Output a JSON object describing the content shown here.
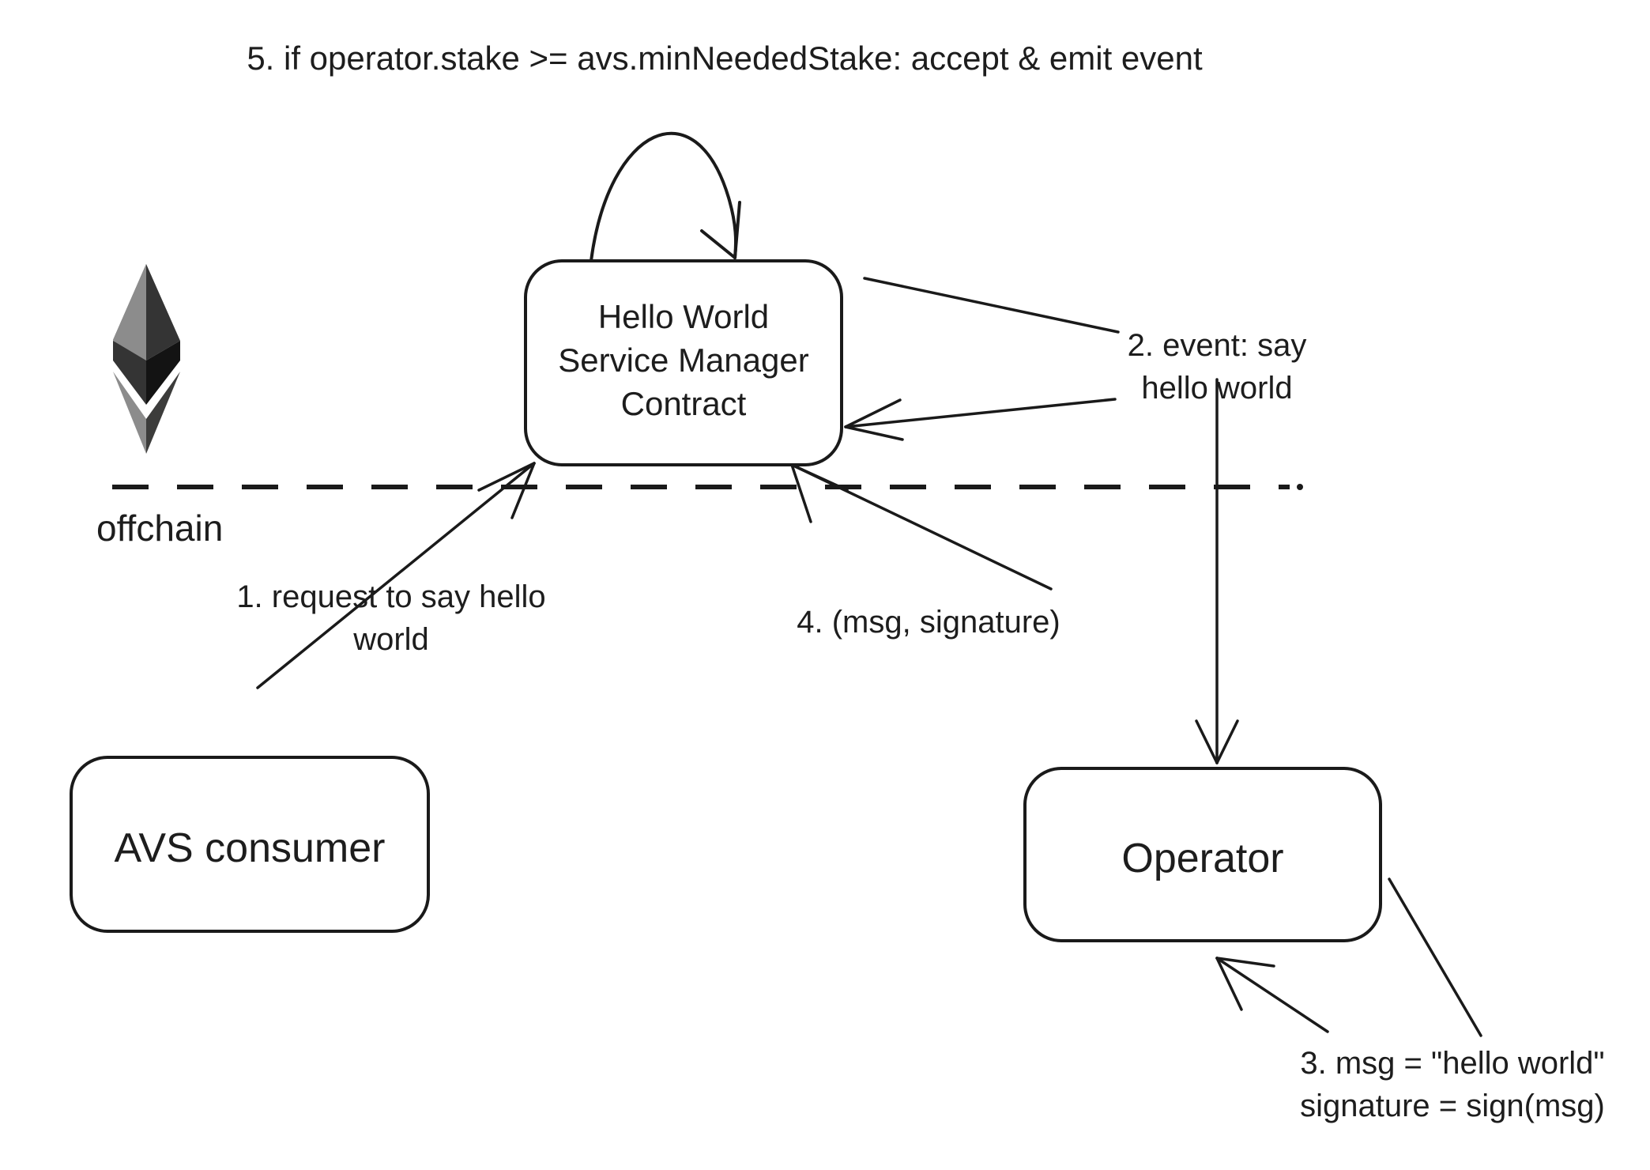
{
  "diagram": {
    "title_note": "5. if operator.stake >= avs.minNeededStake: accept & emit event",
    "boundary_label": "offchain",
    "nodes": {
      "service_manager": {
        "line1": "Hello World",
        "line2": "Service Manager",
        "line3": "Contract"
      },
      "avs_consumer": {
        "label": "AVS consumer"
      },
      "operator": {
        "label": "Operator"
      }
    },
    "edge_labels": {
      "step1_line1": "1. request to say hello",
      "step1_line2": "world",
      "step2_line1": "2. event: say",
      "step2_line2": "hello world",
      "step3_line1": "3. msg = \"hello world\"",
      "step3_line2": "signature = sign(msg)",
      "step4": "4. (msg, signature)"
    },
    "logo": {
      "name": "ethereum-logo",
      "colors": {
        "upper_left": "#8c8c8c",
        "upper_right": "#343434",
        "mid_left": "#343434",
        "mid_right": "#131313",
        "lower_left": "#8c8c8c",
        "lower_right": "#3c3c3b"
      }
    },
    "style": {
      "stroke": "#1a1a1a",
      "text": "#1d1d1d",
      "background": "#ffffff"
    }
  }
}
